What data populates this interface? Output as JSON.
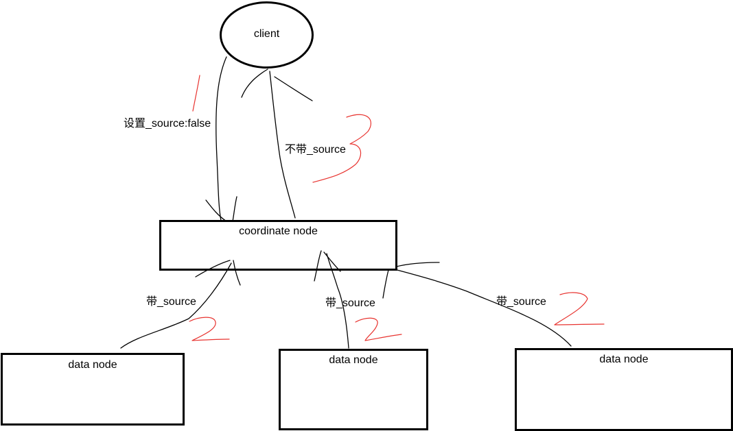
{
  "nodes": {
    "client": "client",
    "coordinate": "coordinate node",
    "data_left": "data node",
    "data_middle": "data node",
    "data_right": "data node"
  },
  "edges": {
    "client_to_coordinate": "设置_source:false",
    "coordinate_to_client": "不带_source",
    "data_left_to_coordinate": "带_source",
    "data_middle_to_coordinate": "带_source",
    "data_right_to_coordinate": "带_source"
  },
  "step_marks": {
    "step_one": "1",
    "step_two_left": "2",
    "step_two_middle": "2",
    "step_two_right": "2",
    "step_three": "3"
  },
  "colors": {
    "ink": "#000000",
    "annotation": "#e8332f"
  }
}
